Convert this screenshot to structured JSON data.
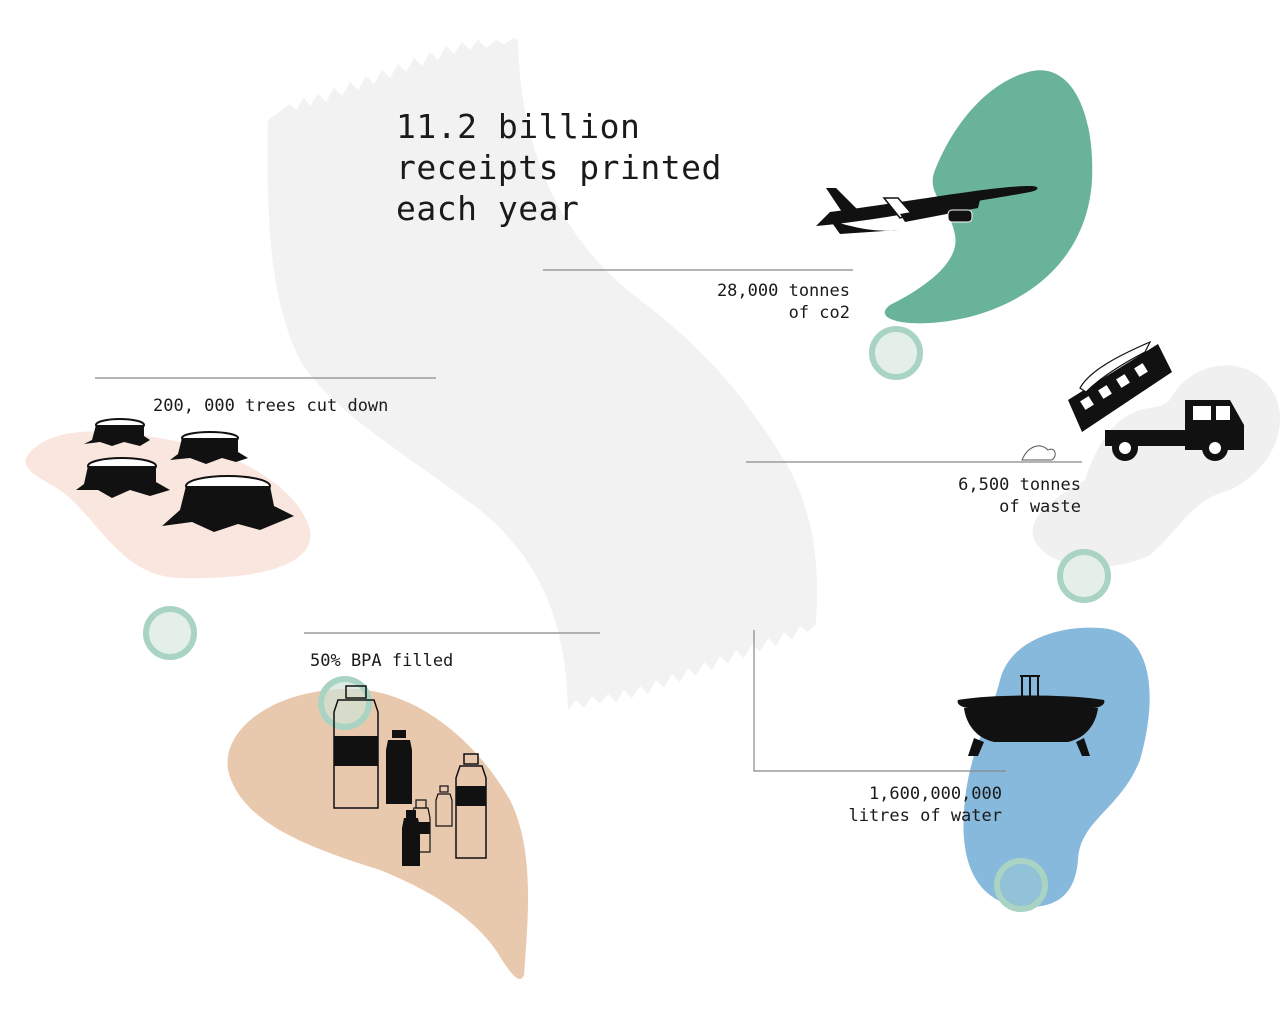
{
  "headline": {
    "line1": "11.2 billion",
    "line2": "receipts printed",
    "line3": "each year"
  },
  "stats": {
    "co2": {
      "line1": "28,000 tonnes",
      "line2": "of co2"
    },
    "trees": {
      "line1": "200, 000 trees cut down"
    },
    "waste": {
      "line1": "6,500 tonnes",
      "line2": "of waste"
    },
    "bpa": {
      "line1": "50% BPA filled"
    },
    "water": {
      "line1": "1,600,000,000",
      "line2": "litres of water"
    }
  },
  "icons": {
    "receipt": "receipt-paper-shape",
    "plane": "airplane-icon",
    "truck": "dump-truck-icon",
    "stumps": "tree-stump-icons",
    "bottles": "bottle-icons",
    "bathtub": "bathtub-icon"
  },
  "colors": {
    "green_blob": "#6ab39b",
    "blue_blob": "#87b9dc",
    "peach_blob": "#e9c9ae",
    "pink_blob": "#f9e7df",
    "grey_blob": "#f0f0f0",
    "receipt": "#f2f2f2",
    "ring": "#a9d3c2",
    "ink": "#111111",
    "rule": "#888888"
  }
}
